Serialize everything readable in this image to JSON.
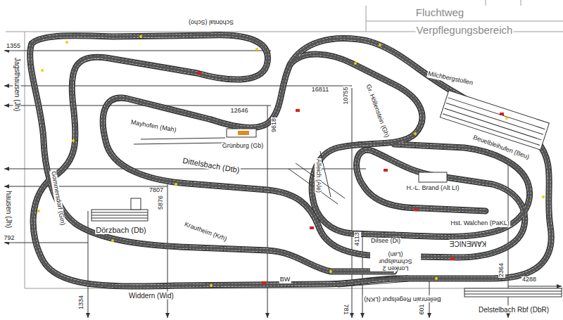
{
  "diagram": {
    "labels": [
      "Fluchtweg",
      "Verpflegungsbereich",
      "1355",
      "Jagsthausen (Jh)",
      "Schöntal (Scho)",
      "12646",
      "9618",
      "16811",
      "10755",
      "Gr. Höllenstein (Gh)",
      "Milchbergstollen",
      "Beuelbleihufen (Beu)",
      "Grünburg (Gb)",
      "Mayhofen (Mah)",
      "Dittelsbach (Dtb)",
      "7807",
      "5876",
      "Dörzbach (Db)",
      "Gommersdorf (Gm)",
      "Krautheim (Krh)",
      "792",
      "hausen (Jh)",
      "1334",
      "Widdern (Wid)",
      "BW",
      "781",
      "Beilenrain Regelspur (LKN)",
      "Lonken 2 Schmalspur (Lan)",
      "Dilsee (Di)",
      "4113",
      "H.-L. Brand (Alt LI)",
      "Hst. Walchen (PaKL)",
      "KAMENICE",
      "2364",
      "4288",
      "601",
      "Delstelbach Rbf (DbR)",
      "Alleich (Ale)"
    ]
  }
}
